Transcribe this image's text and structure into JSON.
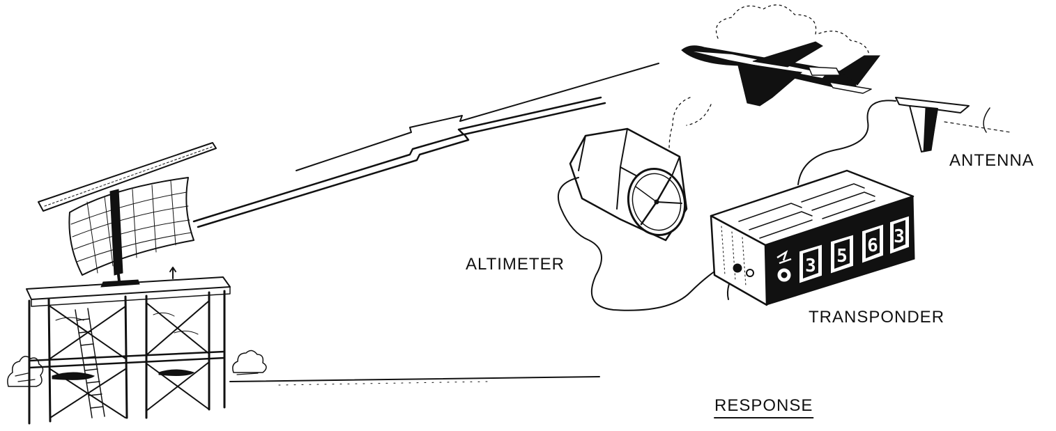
{
  "labels": {
    "antenna": "ANTENNA",
    "altimeter": "ALTIMETER",
    "transponder": "TRANSPONDER",
    "response": "RESPONSE"
  },
  "transponder": {
    "code_digits": [
      "3",
      "5",
      "6",
      "3"
    ]
  },
  "colors": {
    "ink": "#111111",
    "paper": "#ffffff"
  }
}
